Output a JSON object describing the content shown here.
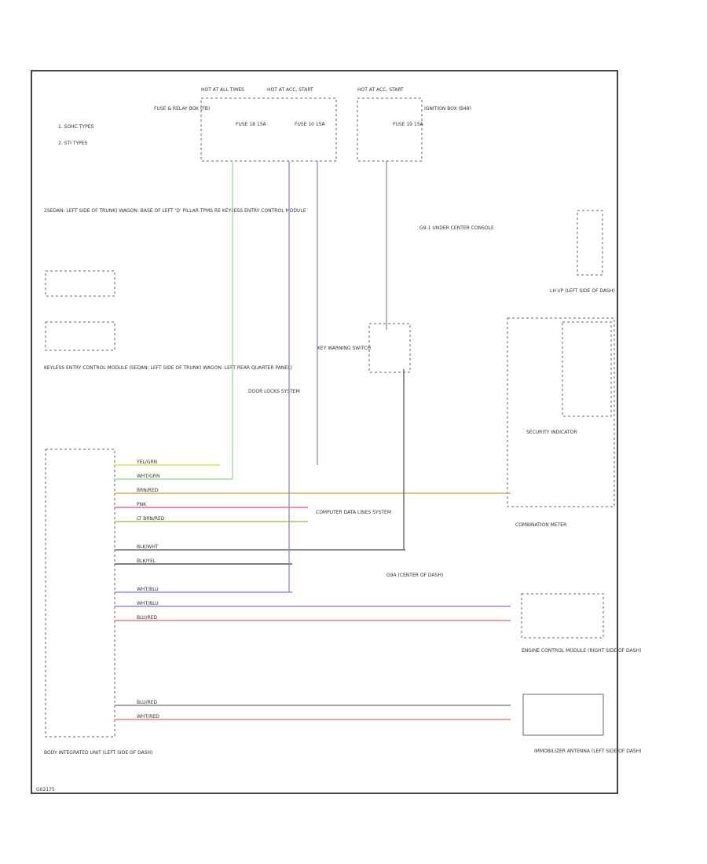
{
  "legend": {
    "line1": "1. SOHC TYPES",
    "line2": "2. STI TYPES"
  },
  "top_fuses": {
    "hot_at_all_times": "HOT AT ALL TIMES",
    "hot_at_acc_start": "HOT AT ACC, START",
    "hot_at_acc_start_2": "HOT AT ACC, START",
    "fuse_relay_box": "FUSE & RELAY BOX (FB)",
    "ignition_box": "IGNITION BOX (B48)",
    "fuse_a": "FUSE 18 15A",
    "fuse_b": "FUSE 10 15A",
    "fuse_c": "FUSE 19 15A"
  },
  "modules": {
    "keyless_upper": "2SEDAN: LEFT SIDE OF TRUNK) WAGON: BASE OF LEFT 'D' PILLAR TPMS RE KEYLESS ENTRY CONTROL MODULE",
    "keyless_lower": "KEYLESS ENTRY CONTROL MODULE (SEDAN: LEFT SIDE OF TRUNK) WAGON: LEFT REAR QUARTER PANEL)",
    "door_lock": "DOOR LOCKS SYSTEM",
    "key_warning": "KEY WARNING SWITCH",
    "g_ground": "G9-1 UNDER CENTER CONSOLE",
    "security": "SECURITY INDICATOR",
    "lh_ip": "LH I/P (LEFT SIDE OF DASH)",
    "combination_meter": "COMBINATION METER",
    "computer_datalines": "COMPUTER DATA LINES SYSTEM",
    "gdash": "G9A (CENTER OF DASH)",
    "engine_control": "ENGINE CONTROL MODULE (RIGHT SIDE OF DASH)",
    "body_integrated": "BODY INTEGRATED UNIT (LEFT SIDE OF DASH)",
    "immobilizer_antenna": "IMMOBILIZER ANTENNA (LEFT SIDE OF DASH)"
  },
  "wires": [
    {
      "label": "YEL/GRN",
      "color": "#d8e84a"
    },
    {
      "label": "WHT/GRN",
      "color": "#a9dba0"
    },
    {
      "label": "BRN/RED",
      "color": "#c9b15a"
    },
    {
      "label": "PNK",
      "color": "#f06a8a"
    },
    {
      "label": "LT BRN/RED",
      "color": "#b8b86a"
    },
    {
      "label": "BLK/WHT",
      "color": "#666666"
    },
    {
      "label": "BLK/YEL",
      "color": "#555555"
    },
    {
      "label": "WHT/BLU",
      "color": "#8e8ef0"
    },
    {
      "label": "WHT/BLU",
      "color": "#8e8ef0"
    },
    {
      "label": "BLU/RED",
      "color": "#e08080"
    },
    {
      "label": "BLU/RED",
      "color": "#888888"
    },
    {
      "label": "WHT/RED",
      "color": "#f08080"
    }
  ],
  "footer_code": "G02175"
}
